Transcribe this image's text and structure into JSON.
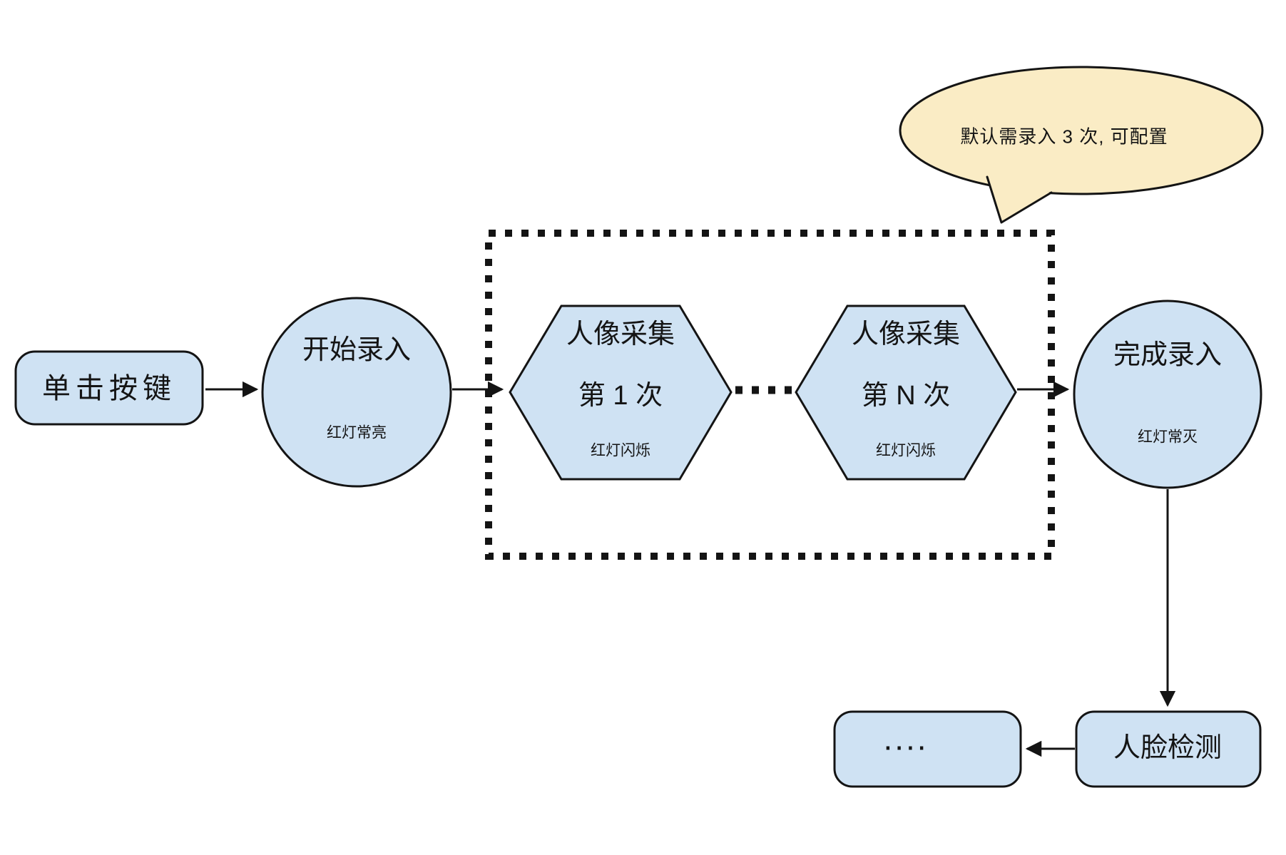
{
  "diagram": {
    "nodes": {
      "start_button": {
        "label": "单击按键"
      },
      "start_enroll": {
        "label": "开始录入",
        "sublabel": "红灯常亮"
      },
      "capture_first": {
        "line1": "人像采集",
        "line2": "第 1 次",
        "sublabel": "红灯闪烁"
      },
      "capture_nth": {
        "line1": "人像采集",
        "line2": "第 N 次",
        "sublabel": "红灯闪烁"
      },
      "finish_enroll": {
        "label": "完成录入",
        "sublabel": "红灯常灭"
      },
      "face_detect": {
        "label": "人脸检测"
      },
      "more_steps": {
        "label": "...."
      }
    },
    "callout": {
      "text": "默认需录入 3 次, 可配置"
    }
  },
  "colors": {
    "node_fill": "#cfe2f3",
    "callout_fill": "#faecc5",
    "stroke": "#141414",
    "ink": "#141414",
    "background": "#ffffff"
  }
}
